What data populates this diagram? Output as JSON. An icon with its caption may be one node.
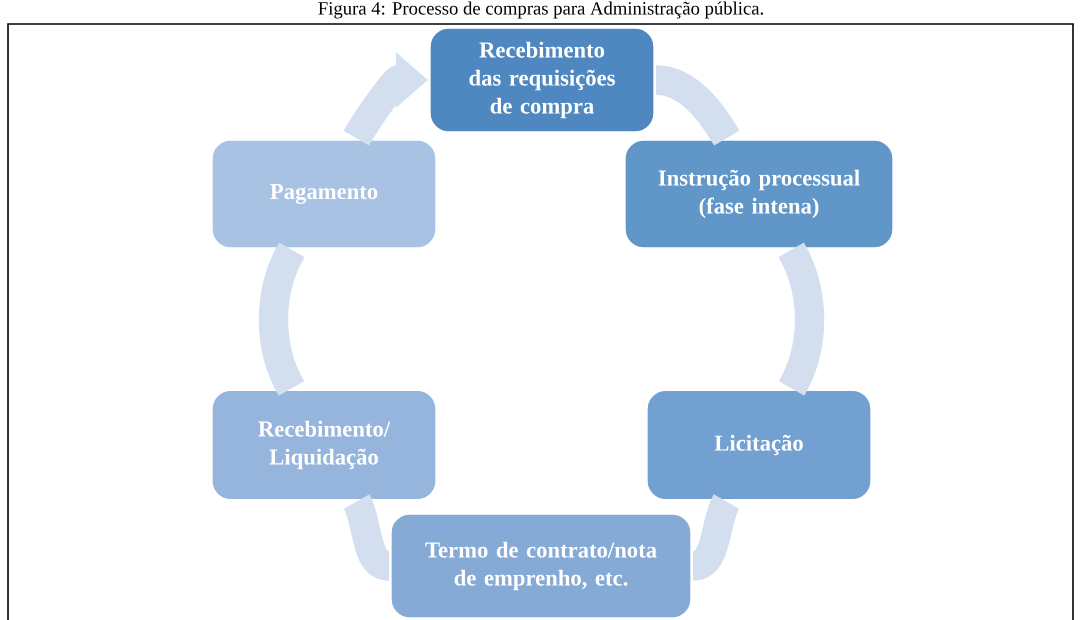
{
  "diagram": {
    "title": "Figura 4: Processo de compras para Administração pública.",
    "nodes": [
      {
        "text": [
          "Recebimento das requisições de compra"
        ]
      },
      {
        "text": [
          "Instrução processual (fase intena)"
        ]
      },
      {
        "text": [
          "Licitação"
        ]
      },
      {
        "text": [
          "Termo de contrato/nota de emprenho, etc."
        ]
      },
      {
        "text": [
          "Recebimento/ Liquidação"
        ]
      },
      {
        "text": [
          "Pagamento"
        ]
      }
    ],
    "edges": [
      {
        "from": 0,
        "to": 1,
        "arrow": "none"
      },
      {
        "from": 1,
        "to": 2,
        "arrow": "none"
      },
      {
        "from": 2,
        "to": 3,
        "arrow": "none"
      },
      {
        "from": 3,
        "to": 4,
        "arrow": "none"
      },
      {
        "from": 4,
        "to": 5,
        "arrow": "none"
      },
      {
        "from": 5,
        "to": 0,
        "arrow": "to"
      }
    ]
  }
}
